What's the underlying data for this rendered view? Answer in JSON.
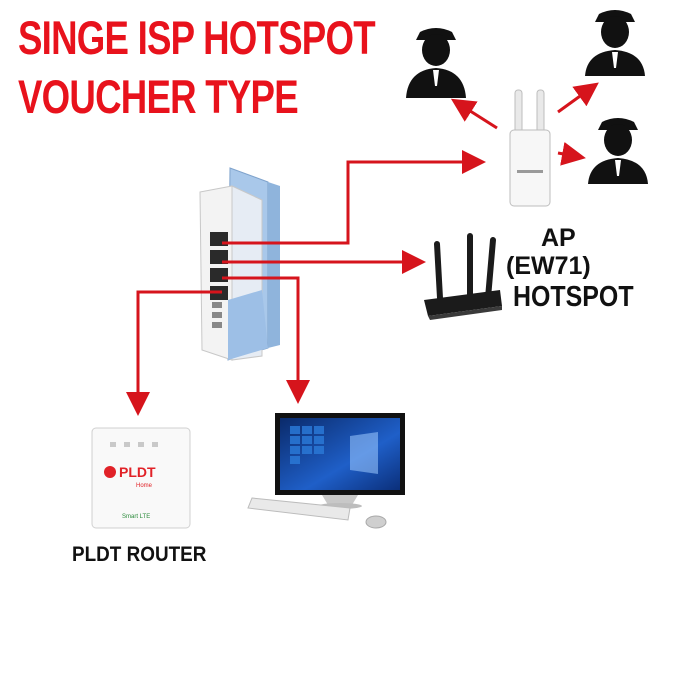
{
  "title": {
    "line1": "SINGE ISP HOTSPOT",
    "line2": "VOUCHER TYPE"
  },
  "labels": {
    "ap": "AP",
    "model": "(EW71)",
    "hotspot": "HOTSPOT",
    "pldt_router": "PLDT ROUTER"
  },
  "device_text": {
    "pldt_brand": "PLDT",
    "pldt_sub": "Home",
    "smart_badge": "Smart LTE"
  },
  "colors": {
    "title": "#e8121c",
    "connection_line": "#d6141c",
    "mikrotik_blue": "#a9c8ea",
    "device_black": "#1b1b1b"
  }
}
